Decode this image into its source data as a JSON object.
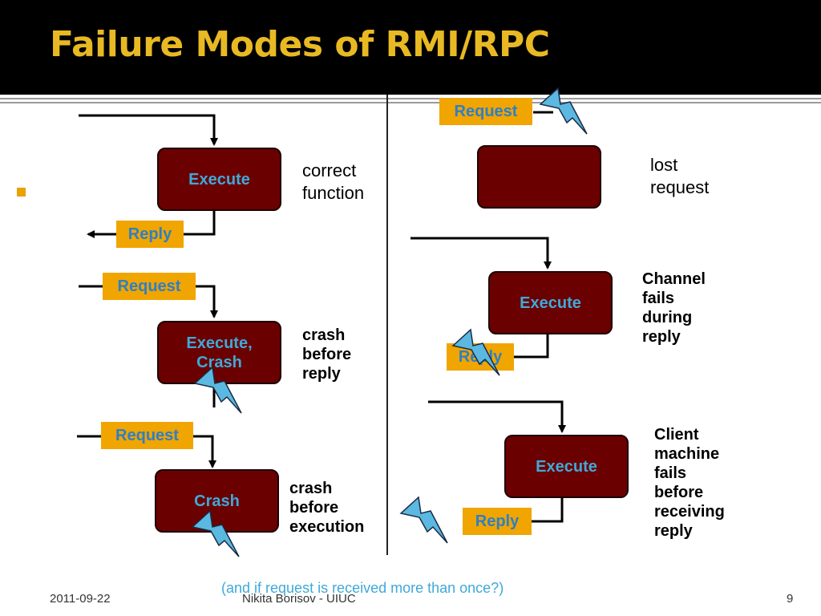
{
  "slide": {
    "title": "Failure Modes of RMI/RPC",
    "note": "(and if request is received more than once?)",
    "footer": {
      "date": "2011-09-22",
      "author": "Nikita Borisov - UIUC",
      "page": "9"
    }
  },
  "scenarios": {
    "correct": {
      "box": "Execute",
      "reply": "Reply",
      "caption": "correct\nfunction"
    },
    "crash_before_reply": {
      "request": "Request",
      "box": "Execute,\nCrash",
      "caption": "crash\nbefore\nreply"
    },
    "crash_before_execution": {
      "request": "Request",
      "box": "Crash",
      "caption": "crash\nbefore\nexecution"
    },
    "lost_request": {
      "request": "Request",
      "box": "",
      "caption": "lost\nrequest"
    },
    "channel_fails": {
      "box": "Execute",
      "reply": "Reply",
      "caption": "Channel\nfails\nduring\nreply"
    },
    "client_fails": {
      "box": "Execute",
      "reply": "Reply",
      "caption": "Client\nmachine\nfails\nbefore\nreceiving\nreply"
    }
  },
  "colors": {
    "title": "#e8b923",
    "box_fill": "#6b0000",
    "box_text": "#3fa9d8",
    "label_fill": "#f0a500",
    "label_text": "#2f7fc4",
    "bolt": "#5bb8e0",
    "bullet": "#e8a202"
  },
  "icons": [
    "square-bullet-icon",
    "lightning-bolt-icon",
    "arrow-left-icon",
    "arrow-down-icon"
  ]
}
